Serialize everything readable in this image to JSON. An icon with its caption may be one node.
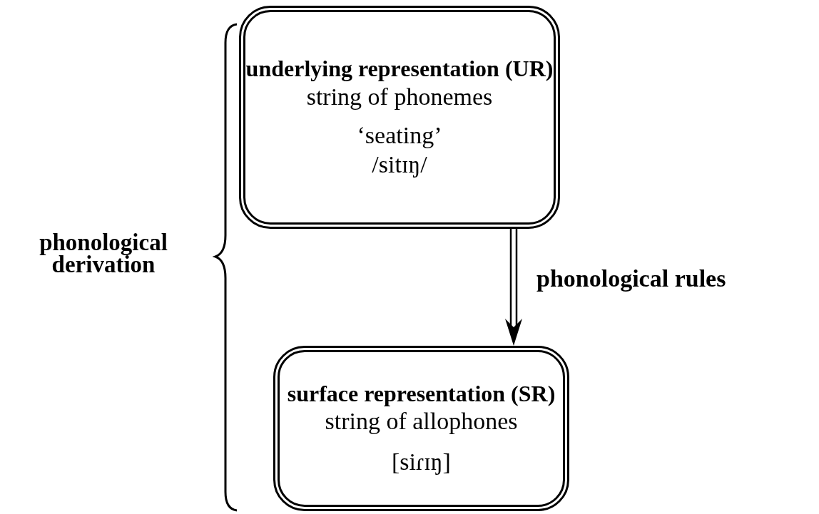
{
  "diagram": {
    "nodes": [
      {
        "text": [
          "underlying representation (UR)",
          "string of phonemes",
          "‘seating’",
          "/sitɪŋ/"
        ]
      },
      {
        "text": [
          "surface representation (SR)",
          "string of allophones",
          "[siɾɪŋ]"
        ]
      }
    ],
    "edges": [
      {
        "from": 0,
        "to": 1,
        "arrow": "to",
        "label": "phonological rules"
      }
    ],
    "labels": [
      "phonological derivation"
    ]
  }
}
